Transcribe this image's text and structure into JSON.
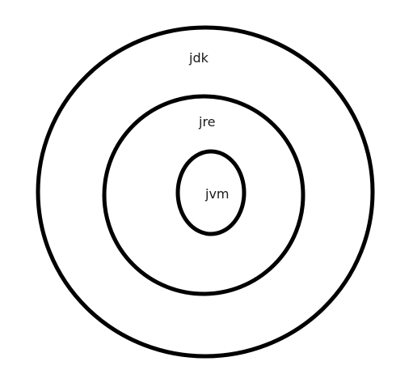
{
  "diagram": {
    "outer_label": "jdk",
    "middle_label": "jre",
    "inner_label": "jvm"
  },
  "colors": {
    "stroke": "#000000",
    "background": "#ffffff",
    "text": "#1a1a1a"
  }
}
